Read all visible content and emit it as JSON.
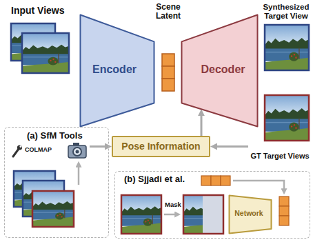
{
  "diagram": {
    "nodes": [
      {
        "text": [
          "Input Views"
        ]
      },
      {
        "text": [
          "Encoder"
        ]
      },
      {
        "text": [
          "Scene Latent"
        ]
      },
      {
        "text": [
          "Decoder"
        ]
      },
      {
        "text": [
          "Synthesized Target View"
        ]
      },
      {
        "text": [
          "GT Target Views"
        ]
      },
      {
        "text": [
          "Pose Information"
        ]
      },
      {
        "text": [
          "(a) SfM Tools"
        ]
      },
      {
        "text": [
          "COLMAP"
        ],
        "in": 7
      },
      {
        "text": [
          "(b) Sjjadi et al."
        ]
      },
      {
        "text": [
          "Network"
        ],
        "in": 9
      }
    ],
    "edges": [
      {
        "from": 5,
        "to": 6,
        "arrow": "to"
      },
      {
        "from": 6,
        "to": 3,
        "arrow": "to"
      },
      {
        "from": 8,
        "to": 6,
        "arrow": "to"
      }
    ],
    "labels": [
      "Mask"
    ]
  }
}
